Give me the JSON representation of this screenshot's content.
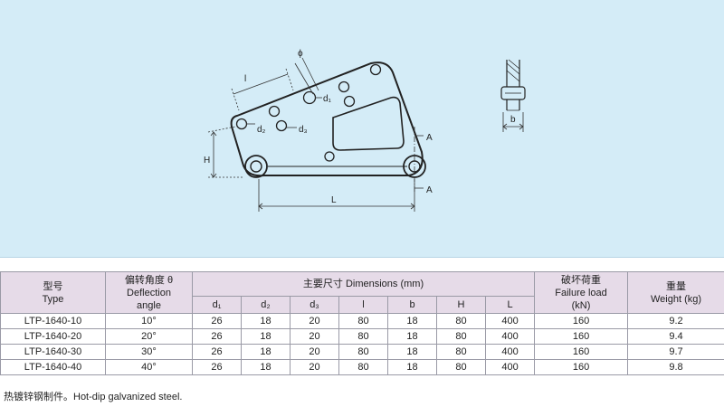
{
  "drawing": {
    "labels": {
      "phi": "ϕ",
      "l": "l",
      "d1": "d₁",
      "d2": "d₂",
      "d3": "d₃",
      "H": "H",
      "L": "L",
      "A_top": "A",
      "A_bottom": "A",
      "b": "b"
    }
  },
  "table": {
    "headers": {
      "type_cn": "型号",
      "type_en": "Type",
      "angle_cn": "偏转角度 θ",
      "angle_en1": "Deflection",
      "angle_en2": "angle",
      "dims": "主要尺寸 Dimensions (mm)",
      "load_cn": "破坏荷重",
      "load_en1": "Failure load",
      "load_en2": "(kN)",
      "weight_cn": "重量",
      "weight_en": "Weight (kg)"
    },
    "sub_headers": [
      "d₁",
      "d₂",
      "d₃",
      "l",
      "b",
      "H",
      "L"
    ],
    "rows": [
      {
        "type": "LTP-1640-10",
        "angle": "10°",
        "d1": "26",
        "d2": "18",
        "d3": "20",
        "l": "80",
        "b": "18",
        "H": "80",
        "L": "400",
        "load": "160",
        "weight": "9.2"
      },
      {
        "type": "LTP-1640-20",
        "angle": "20°",
        "d1": "26",
        "d2": "18",
        "d3": "20",
        "l": "80",
        "b": "18",
        "H": "80",
        "L": "400",
        "load": "160",
        "weight": "9.4"
      },
      {
        "type": "LTP-1640-30",
        "angle": "30°",
        "d1": "26",
        "d2": "18",
        "d3": "20",
        "l": "80",
        "b": "18",
        "H": "80",
        "L": "400",
        "load": "160",
        "weight": "9.7"
      },
      {
        "type": "LTP-1640-40",
        "angle": "40°",
        "d1": "26",
        "d2": "18",
        "d3": "20",
        "l": "80",
        "b": "18",
        "H": "80",
        "L": "400",
        "load": "160",
        "weight": "9.8"
      }
    ]
  },
  "footnote": "热镀锌钢制件。Hot-dip galvanized steel."
}
